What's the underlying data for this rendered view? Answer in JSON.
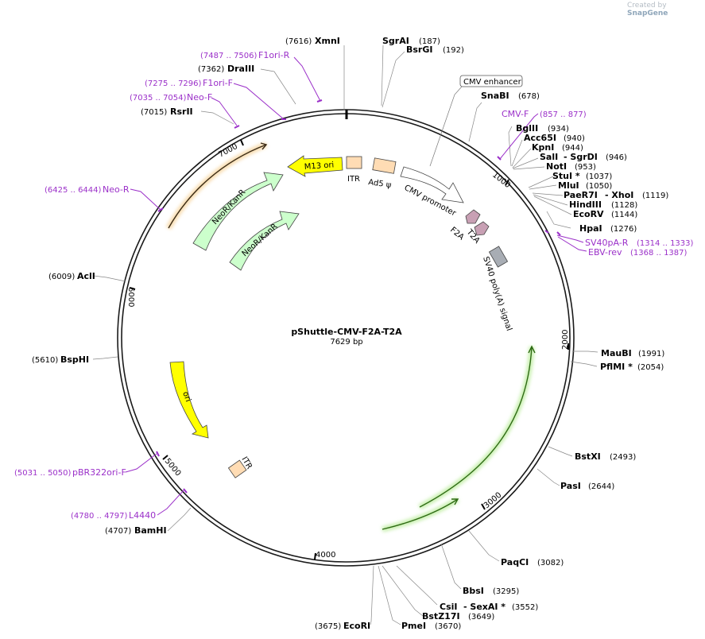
{
  "app": {
    "credit_prefix": "Created by",
    "credit_brand": "SnapGene"
  },
  "plasmid": {
    "name": "pShuttle-CMV-F2A-T2A",
    "length_label": "7629 bp"
  },
  "ticks": [
    "1000",
    "2000",
    "3000",
    "4000",
    "5000",
    "6000",
    "7000"
  ],
  "enzymes": [
    {
      "name": "XmnI",
      "pos": "(7616)"
    },
    {
      "name": "SgrAI",
      "pos": "(187)"
    },
    {
      "name": "BsrGI",
      "pos": "(192)"
    },
    {
      "name": "DraIII",
      "pos": "(7362)"
    },
    {
      "name": "SnaBI",
      "pos": "(678)"
    },
    {
      "name": "RsrII",
      "pos": "(7015)"
    },
    {
      "name": "BglII",
      "pos": "(934)"
    },
    {
      "name": "Acc65I",
      "pos": "(940)"
    },
    {
      "name": "KpnI",
      "pos": "(944)"
    },
    {
      "name": "SalI",
      "pos": "(946)",
      "extra": "- SgrDI"
    },
    {
      "name": "NotI",
      "pos": "(953)"
    },
    {
      "name": "StuI *",
      "pos": "(1037)"
    },
    {
      "name": "MluI",
      "pos": "(1050)"
    },
    {
      "name": "PaeR7I",
      "pos": "(1119)",
      "extra": "- XhoI"
    },
    {
      "name": "HindIII",
      "pos": "(1128)"
    },
    {
      "name": "EcoRV",
      "pos": "(1144)"
    },
    {
      "name": "HpaI",
      "pos": "(1276)"
    },
    {
      "name": "AclI",
      "pos": "(6009)"
    },
    {
      "name": "BspHI",
      "pos": "(5610)"
    },
    {
      "name": "MauBI",
      "pos": "(1991)"
    },
    {
      "name": "PflMI *",
      "pos": "(2054)"
    },
    {
      "name": "BstXI",
      "pos": "(2493)"
    },
    {
      "name": "PasI",
      "pos": "(2644)"
    },
    {
      "name": "PaqCI",
      "pos": "(3082)"
    },
    {
      "name": "BamHI",
      "pos": "(4707)"
    },
    {
      "name": "BbsI",
      "pos": "(3295)"
    },
    {
      "name": "CsiI",
      "pos": "(3552)",
      "extra": "- SexAI *"
    },
    {
      "name": "BstZ17I",
      "pos": "(3649)"
    },
    {
      "name": "PmeI",
      "pos": "(3670)"
    },
    {
      "name": "EcoRI",
      "pos": "(3675)"
    }
  ],
  "primers": [
    {
      "name": "F1ori-R",
      "range": "(7487 .. 7506)"
    },
    {
      "name": "F1ori-F",
      "range": "(7275 .. 7296)"
    },
    {
      "name": "Neo-F",
      "range": "(7035 .. 7054)"
    },
    {
      "name": "Neo-R",
      "range": "(6425 .. 6444)"
    },
    {
      "name": "CMV-F",
      "range": "(857 .. 877)"
    },
    {
      "name": "SV40pA-R",
      "range": "(1314 .. 1333)"
    },
    {
      "name": "EBV-rev",
      "range": "(1368 .. 1387)"
    },
    {
      "name": "pBR322ori-F",
      "range": "(5031 .. 5050)"
    },
    {
      "name": "L4440",
      "range": "(4780 .. 4797)"
    }
  ],
  "features": {
    "cmv_enhancer": "CMV enhancer",
    "itr_top": "ITR",
    "ad5_psi": "Ad5 ψ",
    "m13_ori": "M13 ori",
    "neokanr_outer": "NeoR/KanR",
    "neokanr_inner": "NeoR/KanR",
    "cmv_promoter": "CMV promoter",
    "f2a": "F2A",
    "t2a": "T2A",
    "sv40_polya": "SV40 poly(A) signal",
    "ori": "ori",
    "itr_bottom": "ITR"
  },
  "colors": {
    "backbone": "#1a1a1a",
    "primer": "#9b30c9",
    "m13_ori": "#ffff00",
    "ori": "#ffff00",
    "neokanr": "#ccffcc",
    "itr": "#ffdcb4",
    "f2a_t2a": "#c8a0b4",
    "sv40": "#a8adb4",
    "orange_track": "#c89a5a",
    "green_track": "#3c8c1e"
  }
}
